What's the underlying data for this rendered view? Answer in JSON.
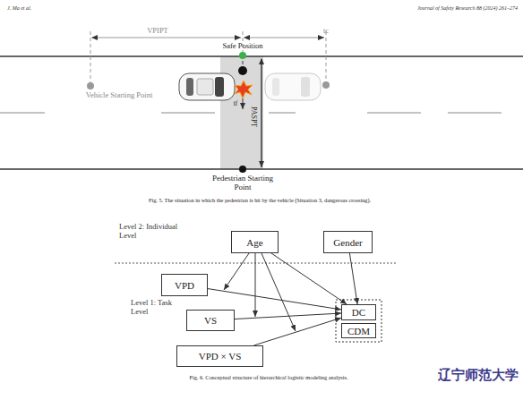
{
  "diagram": {
    "caption": "Fig. 6. Conceptual structure of hierarchical logistic modeling analysis.",
    "nodes": [
      {
        "text": [
          "Age"
        ]
      },
      {
        "text": [
          "Gender"
        ]
      },
      {
        "text": [
          "VPD"
        ]
      },
      {
        "text": [
          "VS"
        ]
      },
      {
        "text": [
          "VPD × VS"
        ]
      },
      {
        "text": [
          "DC"
        ]
      },
      {
        "text": [
          "CDM"
        ]
      }
    ],
    "edges": [
      {
        "from": 0,
        "to": 5,
        "arrow": "to"
      },
      {
        "from": 1,
        "to": 5,
        "arrow": "to"
      },
      {
        "from": 2,
        "to": 5,
        "arrow": "to"
      },
      {
        "from": 3,
        "to": 5,
        "arrow": "to"
      },
      {
        "from": 4,
        "to": 5,
        "arrow": "to"
      }
    ],
    "labels": [
      "J. Ma et al.",
      "Journal of Safety Research 88 (2024) 261–274",
      "VPIPT",
      "tc",
      "Safe Position",
      "Vehicle Starting Point",
      "tf",
      "PASPT",
      "Pedestrian Starting Point",
      "Fig. 5. The situation in which the pedestrian is hit by the vehicle (Situation 3, dangerous crossing).",
      "Level 2: Individual Level",
      "Level 1: Task Level",
      "辽宁师范大学"
    ]
  }
}
